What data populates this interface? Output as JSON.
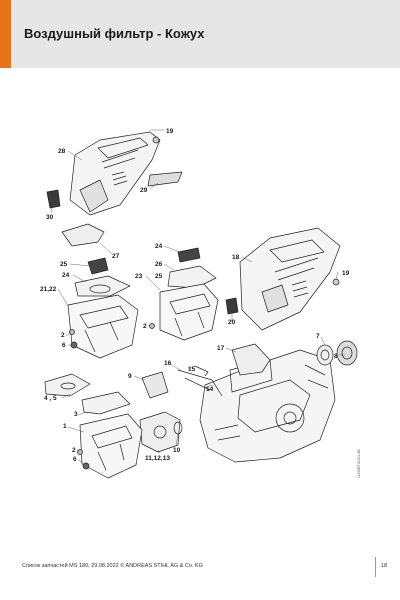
{
  "header": {
    "title": "Воздушный фильтр - Кожух",
    "accent_color": "#e8731a"
  },
  "callouts": {
    "c19a": "19",
    "c28": "28",
    "c29": "29",
    "c30": "30",
    "c27": "27",
    "c25a": "25",
    "c24a": "24",
    "c2122": "21,22",
    "c2a": "2",
    "c6a": "6",
    "c24b": "24",
    "c26": "26",
    "c25b": "25",
    "c23": "23",
    "c2b": "2",
    "c18": "18",
    "c19b": "19",
    "c20": "20",
    "c7": "7",
    "c8": "8",
    "c17": "17",
    "c16": "16",
    "c15": "15",
    "c9": "9",
    "c14": "14",
    "c45": "4 , 5",
    "c3": "3",
    "c1": "1",
    "c2c": "2",
    "c6b": "6",
    "c111213": "11,12,13",
    "c10": "10"
  },
  "drawing_code": "11293ET01101-B0",
  "footer": {
    "text": "Список запчастей MS 180, 29.08.2022 © ANDREAS STIHL AG & Co. KG",
    "page_number": "18"
  }
}
